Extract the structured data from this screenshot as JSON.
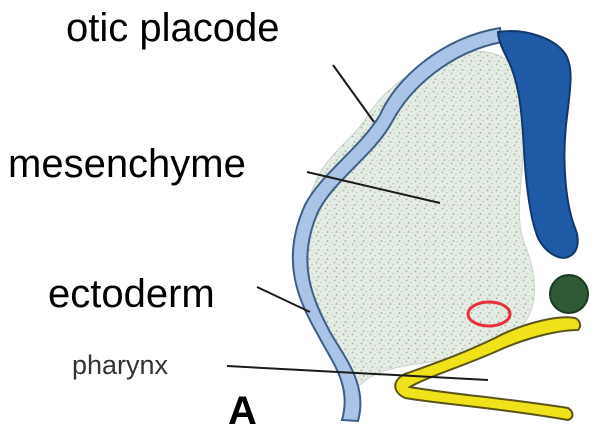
{
  "labels": {
    "otic_placode": "otic placode",
    "mesenchyme": "mesenchyme",
    "ectoderm": "ectoderm",
    "pharynx": "pharynx",
    "panel": "A"
  },
  "colors": {
    "ectoderm_fill": "#a9c4e6",
    "ectoderm_stroke": "#3d5f86",
    "neural_tube": "#1f5aa6",
    "mesenchyme": "#e3ebe3",
    "mesenchyme_speckle": "#a8b8a8",
    "notochord": "#2f5a36",
    "vessel_ring": "#e8303a",
    "pharynx_wall": "#f0e21a",
    "pharynx_stroke": "#5a5418"
  }
}
